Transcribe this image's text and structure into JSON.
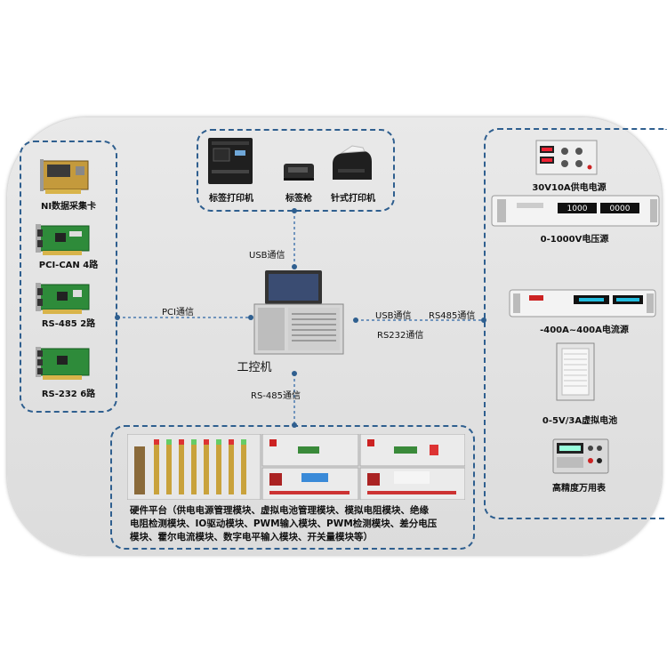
{
  "title": "",
  "pc": {
    "label": "工控机"
  },
  "connections": {
    "pci": "PCI通信",
    "usb_top": "USB通信",
    "usb_right": "USB通信",
    "rs232": "RS232通信",
    "rs485_right": "RS485通信",
    "rs485_bottom": "RS-485通信"
  },
  "cards": [
    {
      "label": "NI数据采集卡"
    },
    {
      "label": "PCI-CAN  4路"
    },
    {
      "label": "RS-485  2路"
    },
    {
      "label": "RS-232  6路"
    }
  ],
  "peripherals": [
    {
      "label": "标签打印机"
    },
    {
      "label": "标签枪"
    },
    {
      "label": "针式打印机"
    }
  ],
  "instruments": [
    {
      "label": "30V10A供电电源"
    },
    {
      "label": "0-1000V电压源"
    },
    {
      "label": "-400A~400A电流源"
    },
    {
      "label": "0-5V/3A虚拟电池"
    },
    {
      "label": "高精度万用表"
    }
  ],
  "hardware": {
    "lines": [
      "硬件平台（供电电源管理模块、虚拟电池管理模块、模拟电阻模块、绝缘",
      "电阻检测模块、IO驱动模块、PWM输入模块、PWM检测模块、差分电压",
      "模块、霍尔电流模块、数字电平输入模块、开关量模块等）"
    ]
  }
}
